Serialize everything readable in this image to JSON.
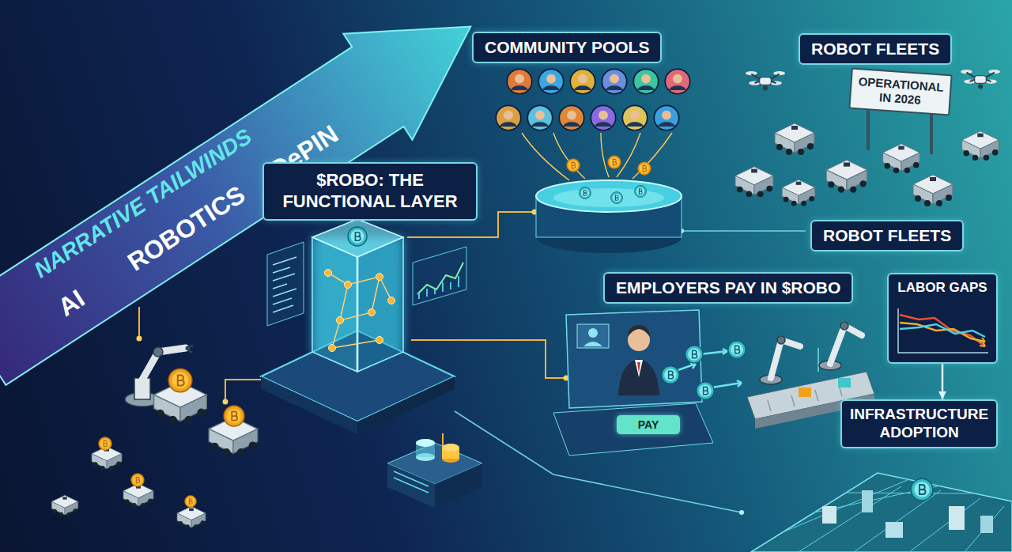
{
  "diagram": {
    "nodes": [
      {
        "text": [
          "NARRATIVE TAILWINDS",
          "AI",
          "ROBOTICS",
          "DePIN"
        ]
      },
      {
        "text": [
          "COMMUNITY POOLS"
        ]
      },
      {
        "text": [
          "ROBOT FLEETS"
        ]
      },
      {
        "text": [
          "$ROBO: THE FUNCTIONAL LAYER"
        ]
      },
      {
        "text": [
          "OPERATIONAL IN 2026"
        ]
      },
      {
        "text": [
          "ROBOT FLEETS"
        ]
      },
      {
        "text": [
          "EMPLOYERS PAY IN $ROBO"
        ]
      },
      {
        "text": [
          "LABOR GAPS"
        ]
      },
      {
        "text": [
          "PAY"
        ]
      },
      {
        "text": [
          "INFRASTRUCTURE ADOPTION"
        ]
      }
    ],
    "edges": [
      {
        "from": 7,
        "to": 9,
        "arrow": "to"
      }
    ]
  }
}
